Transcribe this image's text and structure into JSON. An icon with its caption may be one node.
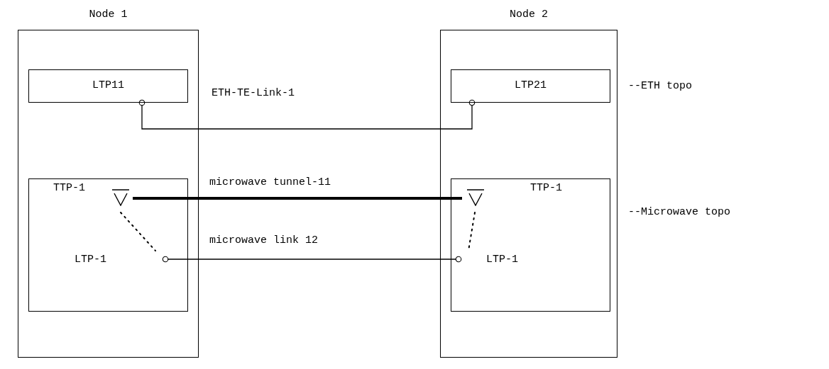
{
  "diagram": {
    "nodes": [
      {
        "text": [
          "Node 1"
        ]
      },
      {
        "text": [
          "LTP11"
        ],
        "in": 0
      },
      {
        "text": [],
        "shape": "box",
        "in": 0
      },
      {
        "text": [
          "TTP-1"
        ],
        "in": 2
      },
      {
        "text": [
          "LTP-1"
        ],
        "in": 2
      },
      {
        "text": [
          "Node 2"
        ]
      },
      {
        "text": [
          "LTP21"
        ],
        "in": 5
      },
      {
        "text": [],
        "shape": "box",
        "in": 5
      },
      {
        "text": [
          "TTP-1"
        ],
        "in": 7
      },
      {
        "text": [
          "LTP-1"
        ],
        "in": 7
      }
    ],
    "edges": [
      {
        "from": 1,
        "to": 6,
        "arrow": "other",
        "label": "ETH-TE-Link-1"
      },
      {
        "from": 3,
        "to": 8,
        "arrow": "none",
        "label": "microwave tunnel-11",
        "style": "thick"
      },
      {
        "from": 4,
        "to": 9,
        "arrow": "other",
        "label": "microwave link 12"
      },
      {
        "from": 3,
        "to": 4,
        "arrow": "none",
        "style": "dashed"
      },
      {
        "from": 8,
        "to": 9,
        "arrow": "none",
        "style": "dashed"
      }
    ],
    "labels": [
      "--ETH topo",
      "--Microwave topo"
    ]
  }
}
